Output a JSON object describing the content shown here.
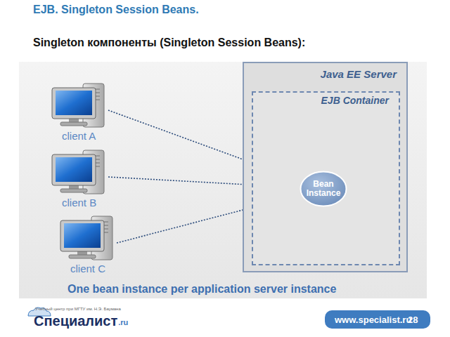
{
  "diagram": {
    "title": "EJB. Singleton Session Beans.",
    "caption": "One bean instance per application server instance",
    "nodes": [
      {
        "text": [
          "Java EE Server"
        ]
      },
      {
        "text": [
          "EJB Container"
        ],
        "in": 0
      },
      {
        "text": [
          "Bean Instance"
        ],
        "in": 1
      },
      {
        "text": [
          "client A"
        ]
      },
      {
        "text": [
          "client B"
        ]
      },
      {
        "text": [
          "client C"
        ]
      }
    ],
    "edges": [
      {
        "from": 3,
        "to": 2,
        "arrow": "to"
      },
      {
        "from": 4,
        "to": 2,
        "arrow": "to"
      },
      {
        "from": 5,
        "to": 2,
        "arrow": "to"
      }
    ],
    "labels": [
      "Singleton компоненты (Singleton Session Beans):",
      "Учебный центр при МГТУ им. Н.Э. Баумана",
      "Специалист",
      ".ru",
      "www.specialist.ru",
      "28"
    ]
  }
}
